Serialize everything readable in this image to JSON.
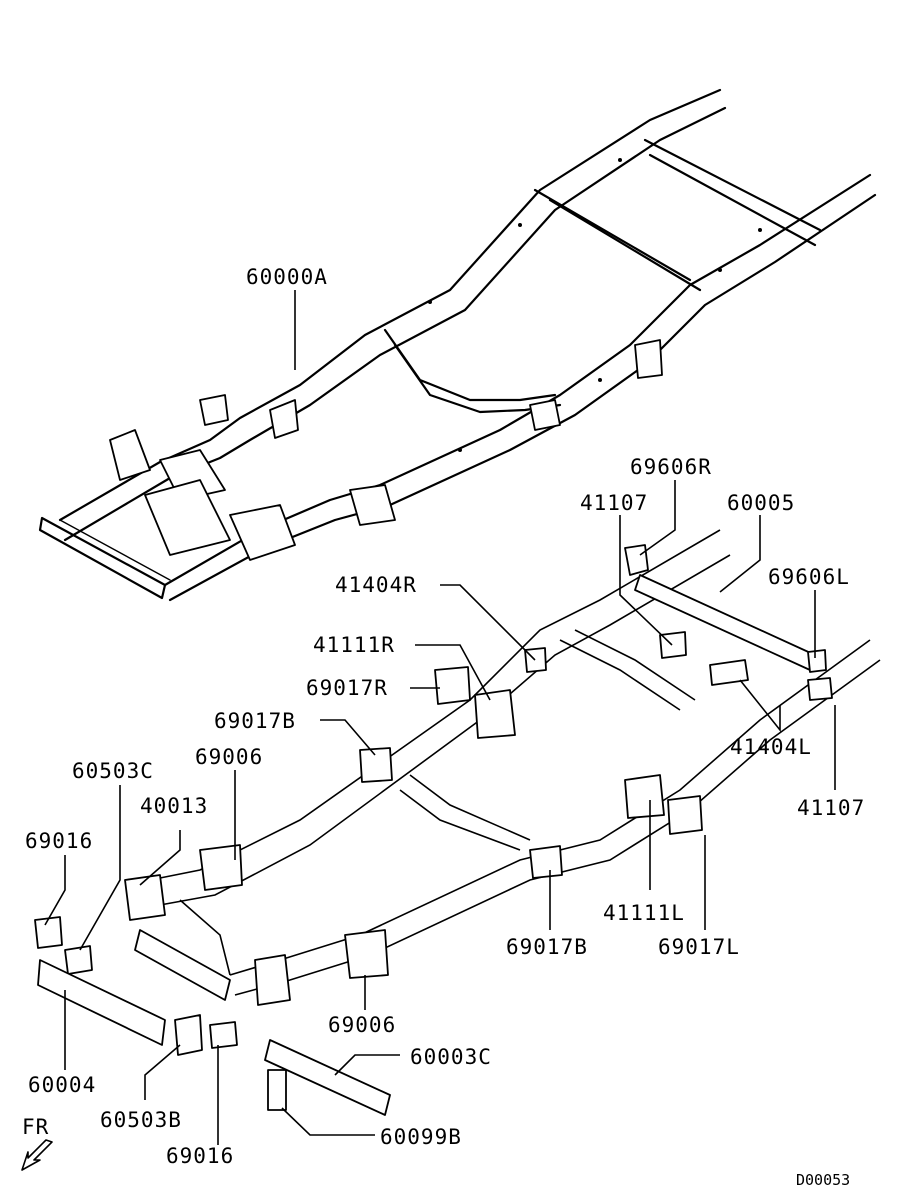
{
  "labels": {
    "frame_assy": "60000A",
    "bracket_69606R": "69606R",
    "bracket_41107_top": "41107",
    "crossmember_60005": "60005",
    "bracket_69606L": "69606L",
    "bracket_41404R": "41404R",
    "bracket_41111R": "41111R",
    "bracket_69017R": "69017R",
    "bracket_69017B_top": "69017B",
    "bracket_69006_top": "69006",
    "bracket_60503C": "60503C",
    "bracket_40013": "40013",
    "bracket_69016_top": "69016",
    "bracket_41404L": "41404L",
    "bracket_41107_bottom": "41107",
    "bracket_41111L": "41111L",
    "bracket_69017B_bottom": "69017B",
    "bracket_69017L": "69017L",
    "bracket_69006_bottom": "69006",
    "crossmember_60003C": "60003C",
    "crossmember_60004": "60004",
    "bracket_60503B": "60503B",
    "bolt_60099B": "60099B",
    "bracket_69016_bottom": "69016"
  },
  "direction_label": "FR",
  "diagram_code": "D00053",
  "icons": {
    "front_arrow": "front-direction-arrow-icon"
  }
}
